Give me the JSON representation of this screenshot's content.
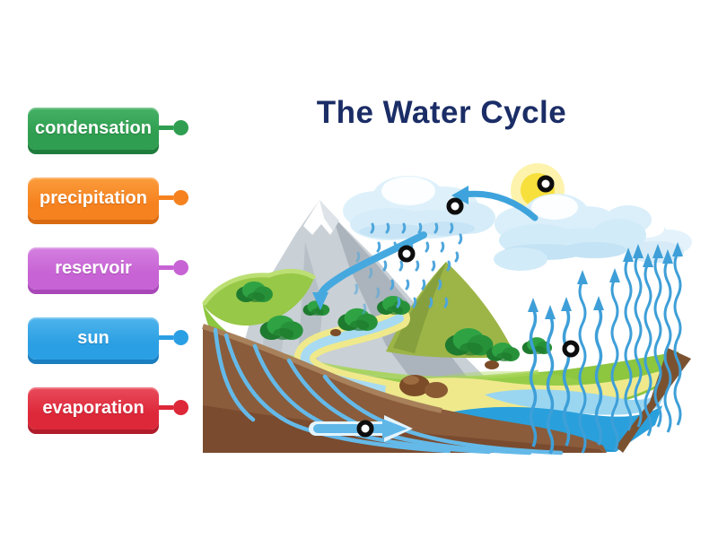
{
  "page": {
    "background_color": "#FFFFFF"
  },
  "title": {
    "text": "The Water Cycle",
    "color": "#1B2D66"
  },
  "labels": [
    {
      "id": "condensation",
      "text": "condensation",
      "color": "#2F9E50",
      "color_light": "#45B164",
      "color_dark": "#1E7D3C"
    },
    {
      "id": "precipitation",
      "text": "precipitation",
      "color": "#F6821F",
      "color_light": "#FB9C3C",
      "color_dark": "#D96A10"
    },
    {
      "id": "reservoir",
      "text": "reservoir",
      "color": "#C763D4",
      "color_light": "#D47FE0",
      "color_dark": "#A848B8"
    },
    {
      "id": "sun",
      "text": "sun",
      "color": "#2B9FE3",
      "color_light": "#4FB4EC",
      "color_dark": "#1A7EC0"
    },
    {
      "id": "evaporation",
      "text": "evaporation",
      "color": "#DD2839",
      "color_light": "#E94B5C",
      "color_dark": "#B11C2B"
    }
  ],
  "drop_zones": [
    {
      "id": "sun-area"
    },
    {
      "id": "cloud-area"
    },
    {
      "id": "rain-area"
    },
    {
      "id": "evaporation-area"
    },
    {
      "id": "groundwater-area"
    }
  ],
  "illustration": {
    "name": "water-cycle-diagram",
    "colors": {
      "sun": "#F7E03C",
      "cloud": "#DCEFFA",
      "rain": "#4FA6DC",
      "arrow_blue": "#3EA3DC",
      "grass": "#8DC63F",
      "hill_olive": "#9DB547",
      "mountain_gray": "#C9D0D6",
      "soil_brown": "#8A5C3B",
      "sand": "#EFE98C",
      "water": "#29A0DB"
    }
  }
}
